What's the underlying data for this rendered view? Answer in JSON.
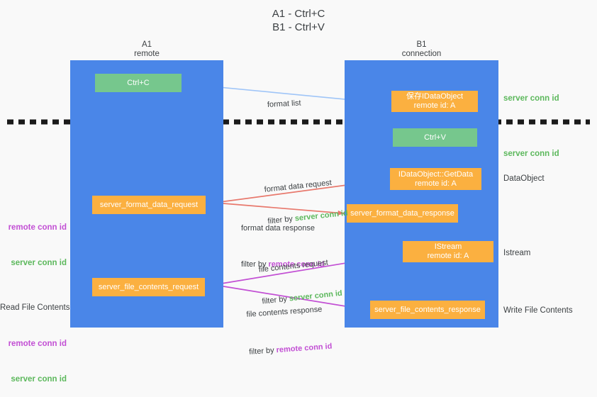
{
  "title": "A1 - Ctrl+C\nB1 - Ctrl+V",
  "lanes": [
    {
      "id": "a1",
      "header": "A1\nremote",
      "label": "A1",
      "sub": "remote"
    },
    {
      "id": "b1",
      "header": "B1\nconnection",
      "label": "B1",
      "sub": "connection"
    }
  ],
  "boxes": {
    "ctrl_c": "Ctrl+C",
    "idataobject": "保存IDataObject\nremote id: A",
    "ctrl_v": "Ctrl+V",
    "getdata": "IDataObject::GetData\nremote id: A",
    "server_format_data_request": "server_format_data_request",
    "server_format_data_response": "server_format_data_response",
    "istream": "IStream\nremote id: A",
    "server_file_contents_request": "server_file_contents_request",
    "server_file_contents_response": "server_file_contents_response"
  },
  "right_labels": {
    "server_conn_id_top": "server conn id",
    "server_conn_id_mid": "server conn id",
    "dataobject": "DataObject",
    "istream": "Istream",
    "write_file_contents": "Write File Contents"
  },
  "left_labels": {
    "mid_remote": "remote conn id",
    "mid_server": "server conn id",
    "bottom_title": "Read File Contents",
    "bottom_remote": "remote conn id",
    "bottom_server": "server conn id"
  },
  "edges": {
    "format_list": {
      "label": "format list"
    },
    "format_data_request": {
      "line1": "format data request",
      "line2_prefix": "filter by ",
      "line2_key": "server conn id"
    },
    "format_data_response": {
      "line1": "format data response",
      "line2_prefix": "filter by ",
      "line2_key": "remote conn id"
    },
    "file_contents_request": {
      "line1": "file contents request",
      "line2_prefix": "filter by ",
      "line2_key": "server conn id"
    },
    "file_contents_response": {
      "line1": "file contents response",
      "line2_prefix": "filter by ",
      "line2_key": "remote conn id"
    }
  },
  "colors": {
    "lane": "#4a86e8",
    "green_box": "#76c78d",
    "orange_box": "#fbb040",
    "server_conn": "#5cb85c",
    "remote_conn": "#c24fd4",
    "arrow_blue": "#9fc5f8",
    "arrow_red": "#e8796d",
    "arrow_magenta": "#c24fd4",
    "arrow_black": "#000000",
    "background": "#f9f9f9"
  }
}
